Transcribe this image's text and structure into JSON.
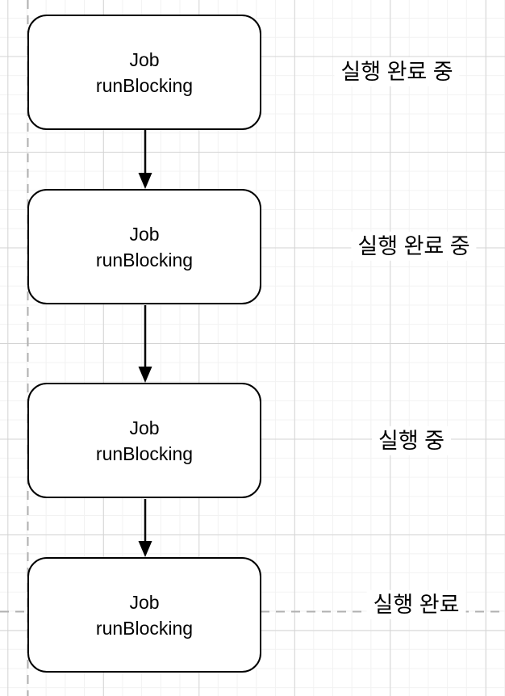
{
  "diagram": {
    "nodes": [
      {
        "line1": "Job",
        "line2": "runBlocking",
        "status": "실행 완료 중"
      },
      {
        "line1": "Job",
        "line2": "runBlocking",
        "status": "실행 완료 중"
      },
      {
        "line1": "Job",
        "line2": "runBlocking",
        "status": "실행 중"
      },
      {
        "line1": "Job",
        "line2": "runBlocking",
        "status": "실행 완료"
      }
    ]
  },
  "colors": {
    "node_border": "#000000",
    "node_fill": "#ffffff",
    "node_text": "#000000",
    "arrow": "#000000",
    "dashed_guide": "#b0b0b0",
    "grid_minor": "#f2f2f2",
    "grid_major": "#d4d4d4",
    "canvas_background": "#ffffff"
  }
}
